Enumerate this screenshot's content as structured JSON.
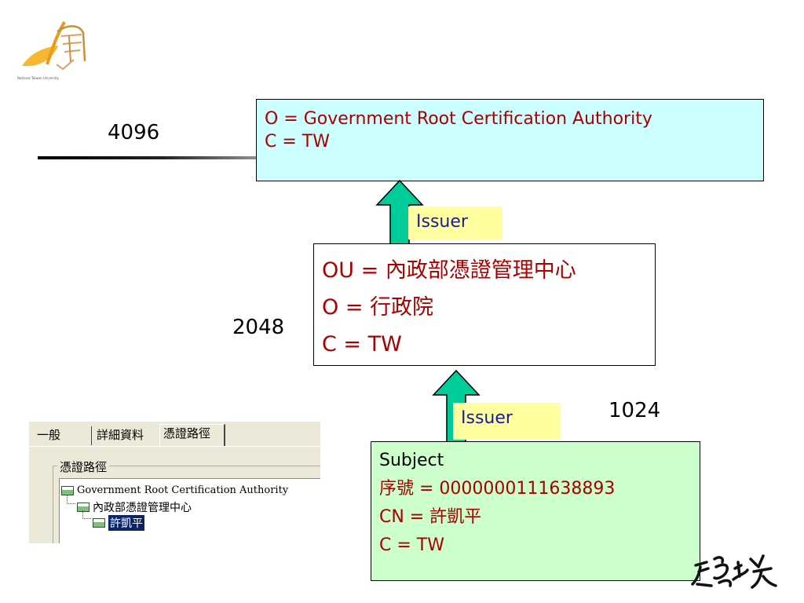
{
  "logo": {
    "caption": "National Taiwan University"
  },
  "key_sizes": {
    "root": "4096",
    "intermediate": "2048",
    "subject": "1024"
  },
  "root_ca": {
    "o": "O = Government Root Certification Authority",
    "c": "C = TW"
  },
  "intermediate_ca": {
    "ou_label": "OU = ",
    "ou_value": "內政部憑證管理中心",
    "o_label": "O = ",
    "o_value": "行政院",
    "c": "C = TW"
  },
  "issuer_labels": [
    "Issuer",
    "Issuer"
  ],
  "subject": {
    "heading": "Subject",
    "serial_label": "序號",
    "serial_value": " = 0000000111638893",
    "cn_label": "CN = ",
    "cn_value": "許凱平",
    "c": "C = TW"
  },
  "inset": {
    "tabs": [
      "一般",
      "詳細資料",
      "憑證路徑"
    ],
    "active_tab": "憑證路徑",
    "group_title": "憑證路徑",
    "tree": [
      "Government Root Certification Authority",
      "內政部憑證管理中心",
      "許凱平"
    ]
  },
  "colors": {
    "root_box": "#ccffff",
    "subject_box": "#ccffcc",
    "issuer_label_bg": "#ffffa0",
    "arrow": "#00cc99",
    "text_red": "#aa0000",
    "issuer_text": "#1a1a9a"
  }
}
